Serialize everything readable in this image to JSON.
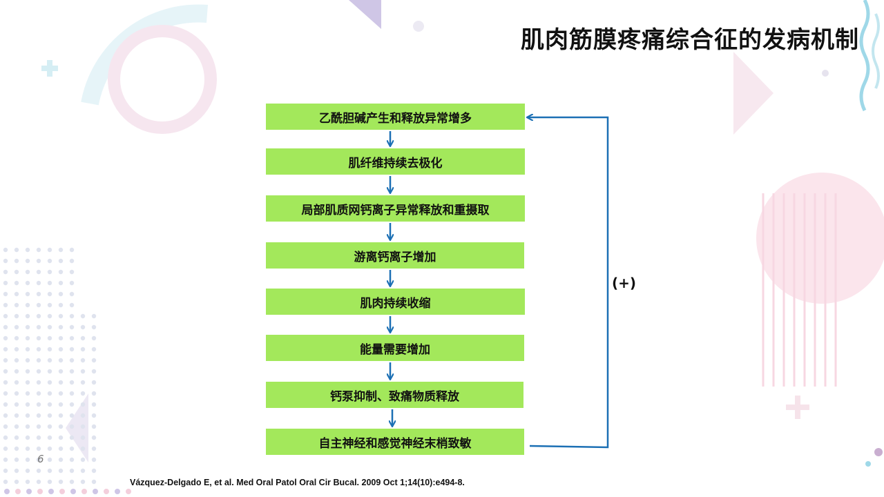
{
  "title": "肌肉筋膜疼痛综合征的发病机制",
  "steps": [
    "乙酰胆碱产生和释放异常增多",
    "肌纤维持续去极化",
    "局部肌质网钙离子异常释放和重摄取",
    "游离钙离子增加",
    "肌肉持续收缩",
    "能量需要增加",
    "钙泵抑制、致痛物质释放",
    "自主神经和感觉神经末梢致敏"
  ],
  "feedback_label": "(+)",
  "page_number": "6",
  "citation": "Vázquez-Delgado E, et al. Med Oral Patol Oral Cir Bucal. 2009 Oct 1;14(10):e494-8.",
  "colors": {
    "box_fill": "#a3e85b",
    "arrow": "#1b6fb4",
    "text": "#111111"
  }
}
